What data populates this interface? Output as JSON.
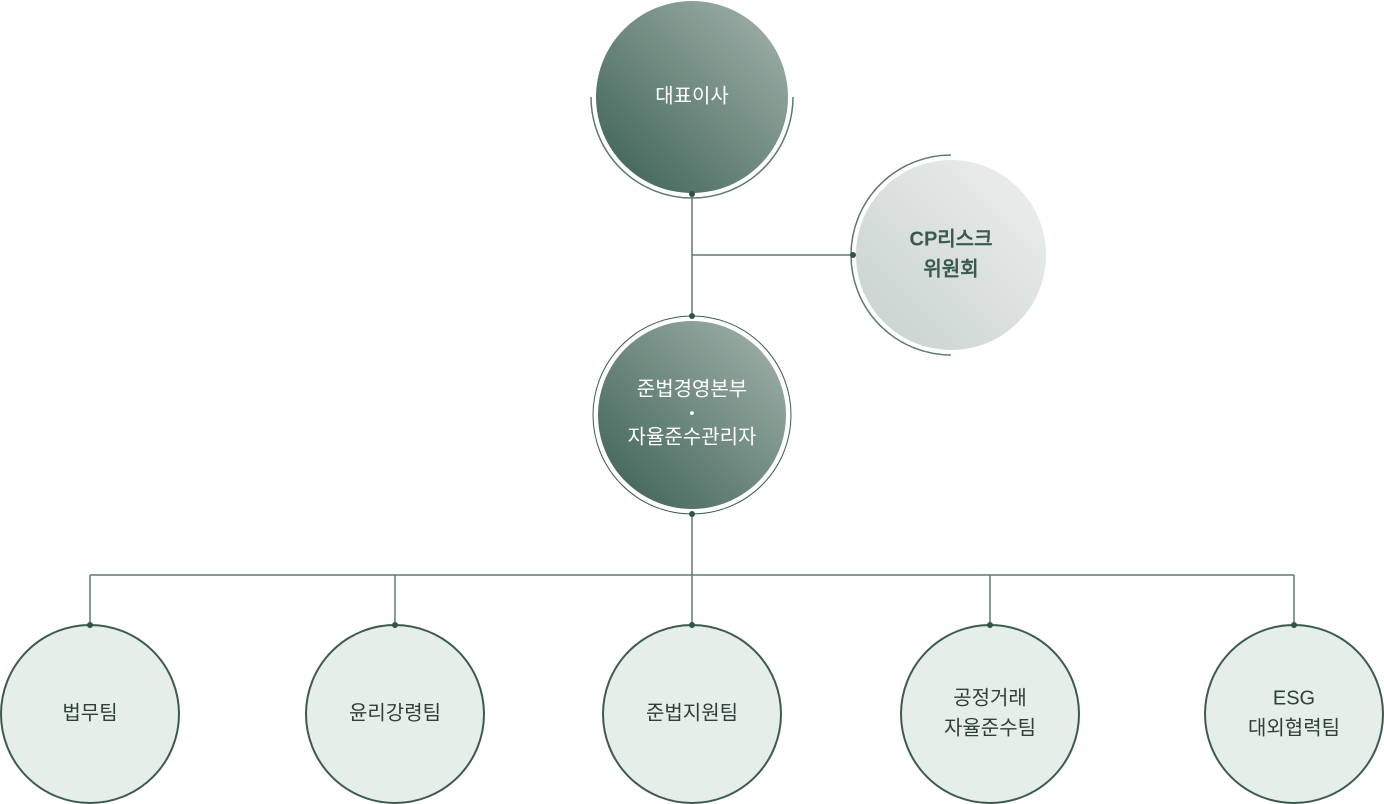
{
  "chart": {
    "ceo": {
      "label": "대표이사"
    },
    "committee": {
      "line1": "CP리스크",
      "line2": "위원회"
    },
    "division": {
      "line1": "준법경영본부",
      "separator": "•",
      "line2": "자율준수관리자"
    },
    "teams": [
      {
        "line1": "법무팀"
      },
      {
        "line1": "윤리강령팀"
      },
      {
        "line1": "준법지원팀"
      },
      {
        "line1": "공정거래",
        "line2": "자율준수팀"
      },
      {
        "line1": "ESG",
        "line2": "대외협력팀"
      }
    ]
  },
  "colors": {
    "dark_green": "#3d5a4f",
    "team_fill": "#e5eee9",
    "committee_fill": "#dfe5e2"
  }
}
